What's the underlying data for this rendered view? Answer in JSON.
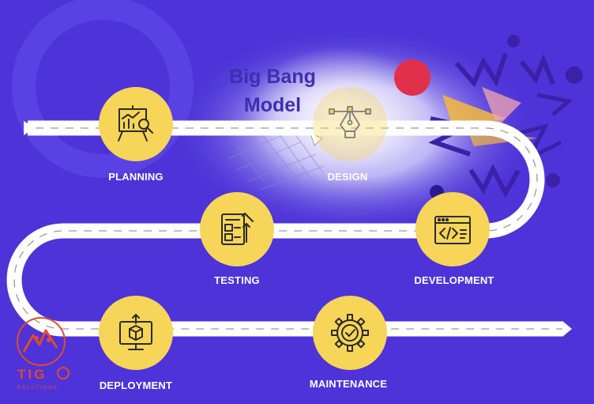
{
  "title": {
    "line1": "Big Bang",
    "line2": "Model"
  },
  "stages": [
    {
      "label": "PLANNING",
      "icon": "planning-chart-icon"
    },
    {
      "label": "DESIGN",
      "icon": "design-pen-icon"
    },
    {
      "label": "DEVELOPMENT",
      "icon": "code-window-icon"
    },
    {
      "label": "TESTING",
      "icon": "testing-checklist-icon"
    },
    {
      "label": "DEPLOYMENT",
      "icon": "deployment-monitor-icon"
    },
    {
      "label": "MAINTENANCE",
      "icon": "gear-check-icon"
    }
  ],
  "logo": {
    "name": "TIG",
    "sub": "SOLUTIONS"
  },
  "colors": {
    "background": "#4e34d8",
    "road": "#ffffff",
    "node": "#f7d558",
    "icon": "#2b2b2b",
    "title": "#3c2fb0",
    "burst_red": "#e0304a",
    "burst_yellow": "#f5b83d",
    "logo_red": "#e04a2f"
  }
}
